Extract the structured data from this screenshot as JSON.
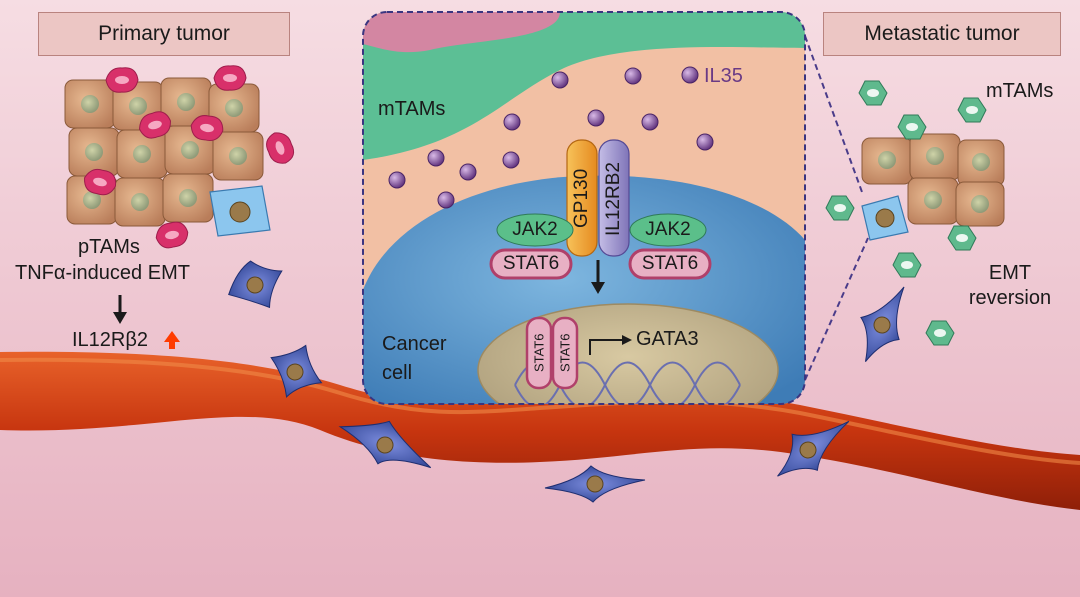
{
  "primary_tumor": {
    "title": "Primary tumor",
    "ptams_label": "pTAMs",
    "emt_label_prefix": "TNF",
    "emt_label_alpha": "α",
    "emt_label_suffix": "-induced EMT",
    "receptor_label": "IL12Rβ2"
  },
  "metastatic_tumor": {
    "title": "Metastatic tumor",
    "mtams_label": "mTAMs",
    "emt_reversion_line1": "EMT",
    "emt_reversion_line2": "reversion"
  },
  "inset": {
    "mtams_label": "mTAMs",
    "il35_label": "IL35",
    "gp130_label": "GP130",
    "il12rb2_label": "IL12RB2",
    "jak2_left": "JAK2",
    "jak2_right": "JAK2",
    "stat6_left": "STAT6",
    "stat6_right": "STAT6",
    "cancer_cell_line1": "Cancer",
    "cancer_cell_line2": "cell",
    "stat6_dimer_a": "STAT6",
    "stat6_dimer_b": "STAT6",
    "gata3_label": "GATA3"
  },
  "colors": {
    "background": "#f1cfd7",
    "vessel": "#d24a1c",
    "vessel_dark": "#8f1f08",
    "tumor_cell": "#d5a47f",
    "ptam": "#d8306a",
    "mtam": "#5fb98d",
    "il35": "#7b4a93",
    "nucleus_blue": "#5c9fd0",
    "gp130": "#f0a43b",
    "il12rb2": "#9c93cc",
    "jak2": "#5bbf8a",
    "stat6": "#e2a0b6",
    "arrow_up": "#ff3b00"
  }
}
